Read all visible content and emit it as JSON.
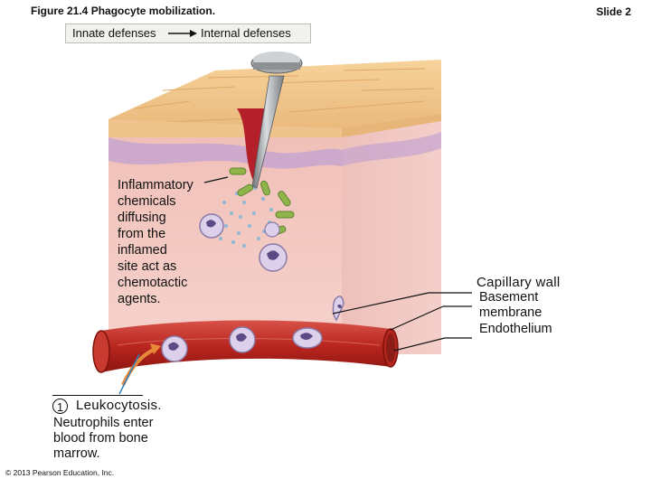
{
  "header": {
    "figure_title": "Figure 21.4 Phagocyte mobilization.",
    "slide_number": "Slide 2"
  },
  "tags": {
    "innate": "Innate defenses",
    "internal": "Internal defenses"
  },
  "labels": {
    "inflammatory_lines": [
      "Inflammatory",
      "chemicals",
      "diffusing",
      "from the",
      "inflamed",
      "site act as",
      "chemotactic",
      "agents."
    ],
    "capillary_wall": "Capillary wall",
    "basement_membrane_lines": [
      "Basement",
      "membrane"
    ],
    "endothelium": "Endothelium"
  },
  "step1": {
    "number": "1",
    "title": "Leukocytosis.",
    "body_lines": [
      "Neutrophils enter",
      "blood from bone",
      "marrow."
    ]
  },
  "footer": {
    "copyright": "© 2013 Pearson Education, Inc."
  }
}
